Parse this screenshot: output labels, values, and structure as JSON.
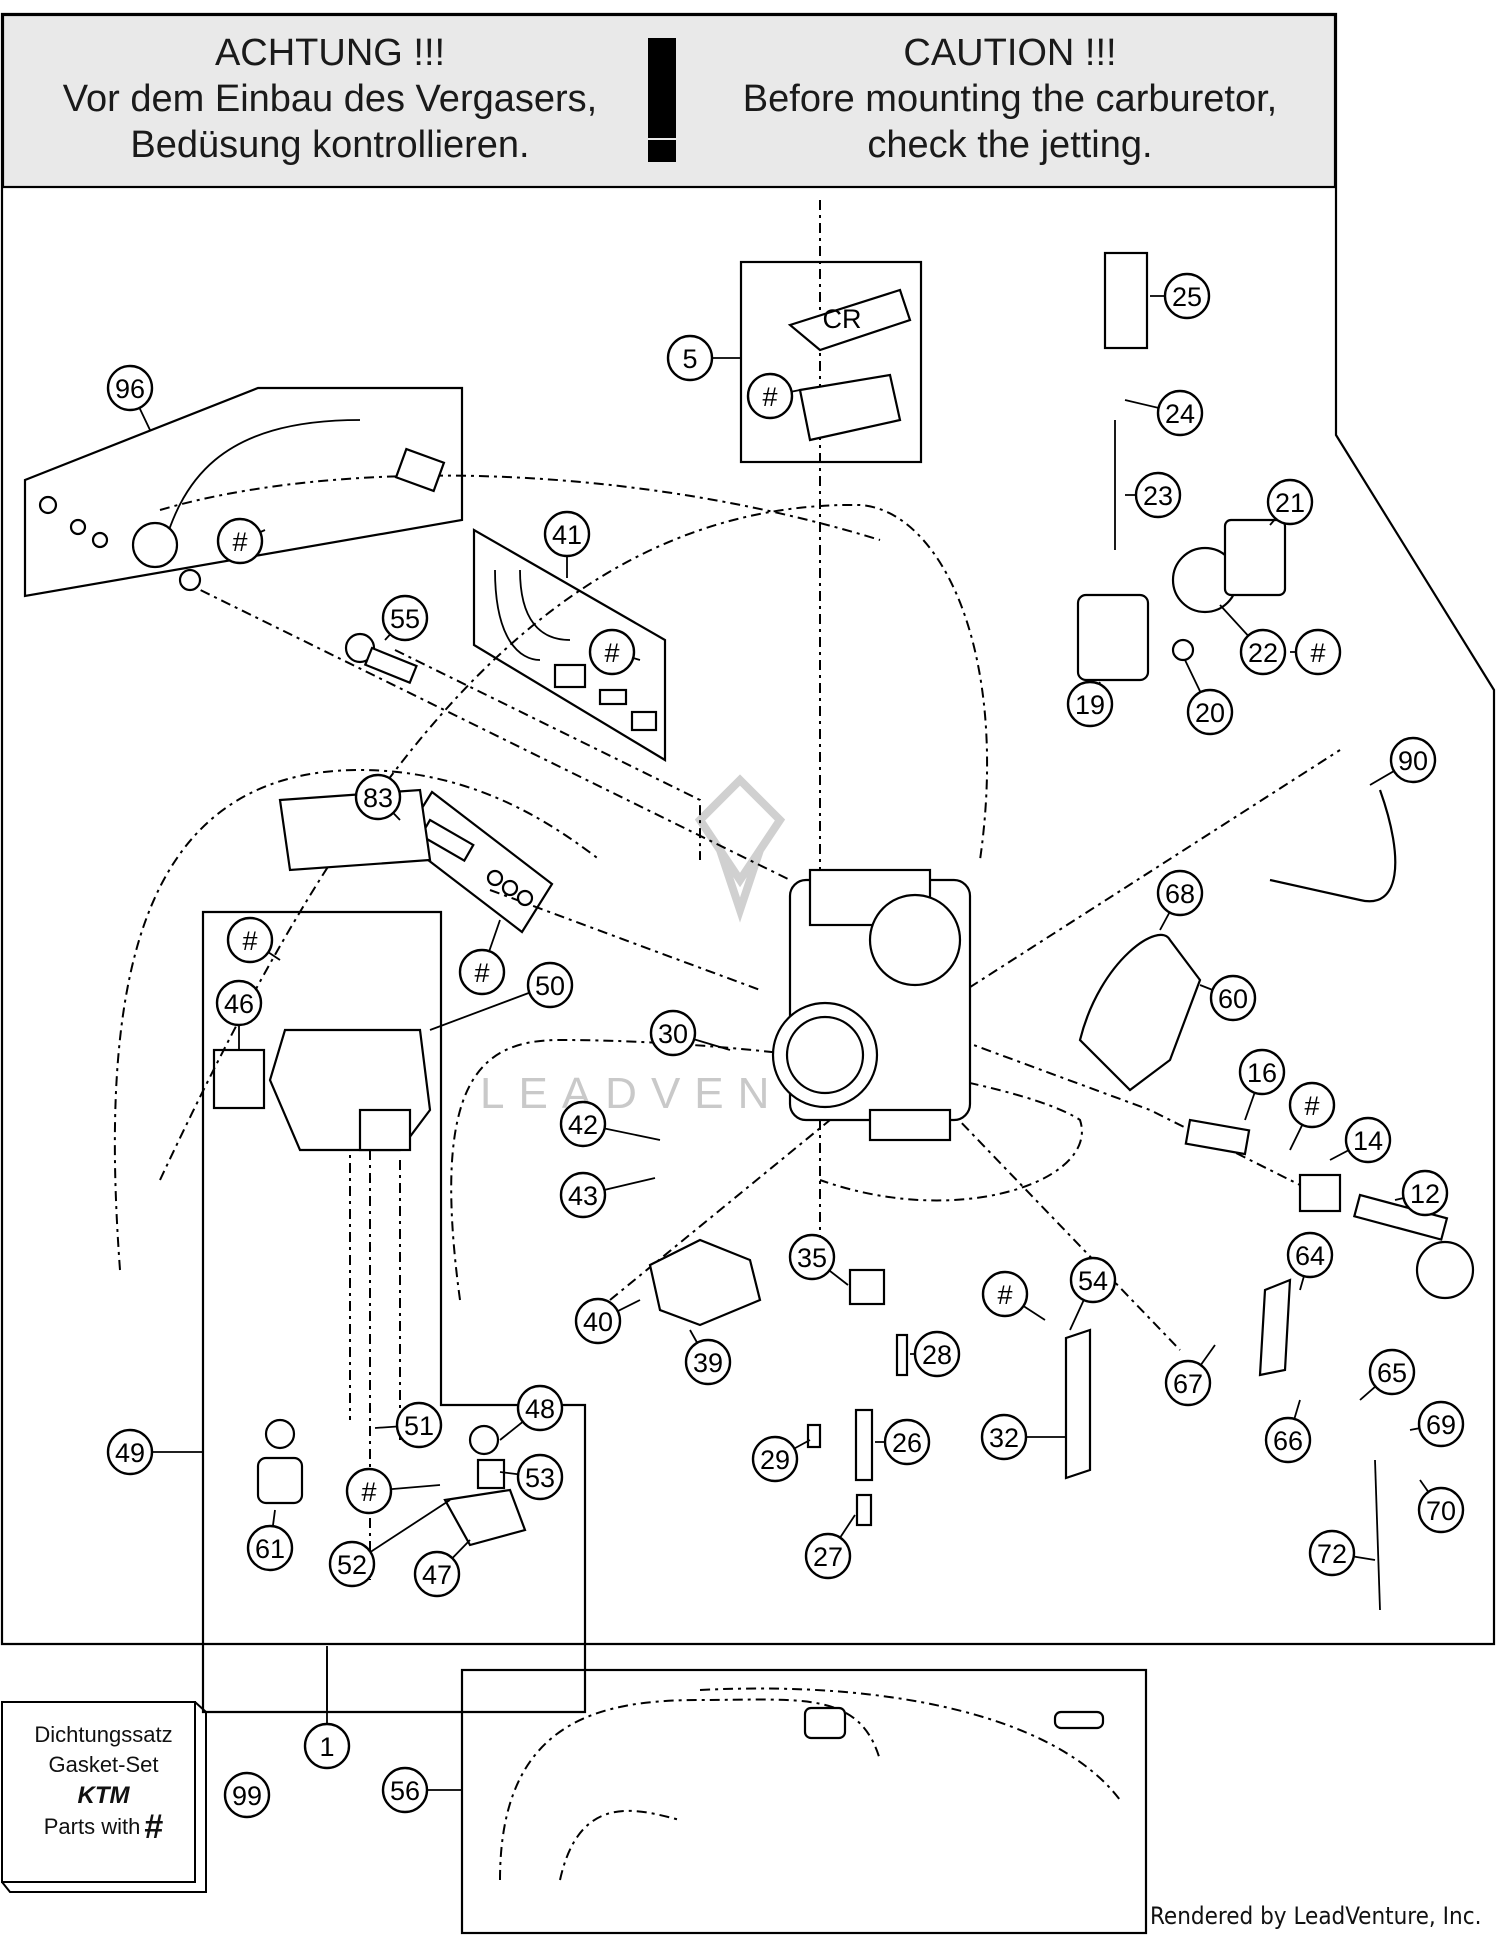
{
  "warning": {
    "de_title": "ACHTUNG !!!",
    "de_line1": "Vor dem Einbau des Vergasers,",
    "de_line2": "Bedüsung kontrollieren.",
    "exclamation": "!",
    "en_title": "CAUTION !!!",
    "en_line1": "Before mounting the carburetor,",
    "en_line2": "check the jetting."
  },
  "callouts": [
    "1",
    "5",
    "12",
    "14",
    "16",
    "19",
    "20",
    "21",
    "22",
    "23",
    "24",
    "25",
    "26",
    "27",
    "28",
    "29",
    "30",
    "32",
    "35",
    "39",
    "40",
    "41",
    "42",
    "43",
    "46",
    "47",
    "48",
    "49",
    "50",
    "51",
    "52",
    "53",
    "54",
    "55",
    "56",
    "60",
    "61",
    "64",
    "65",
    "66",
    "67",
    "68",
    "69",
    "70",
    "72",
    "83",
    "90",
    "96",
    "99"
  ],
  "hash_mark": "#",
  "gasket_set": {
    "line1": "Dichtungssatz",
    "line2": "Gasket-Set",
    "brand": "KTM",
    "line3": "Parts with",
    "hash": "#"
  },
  "cover_text": "CR",
  "watermark": "LEADVENTURE",
  "credit": "Rendered by LeadVenture, Inc."
}
